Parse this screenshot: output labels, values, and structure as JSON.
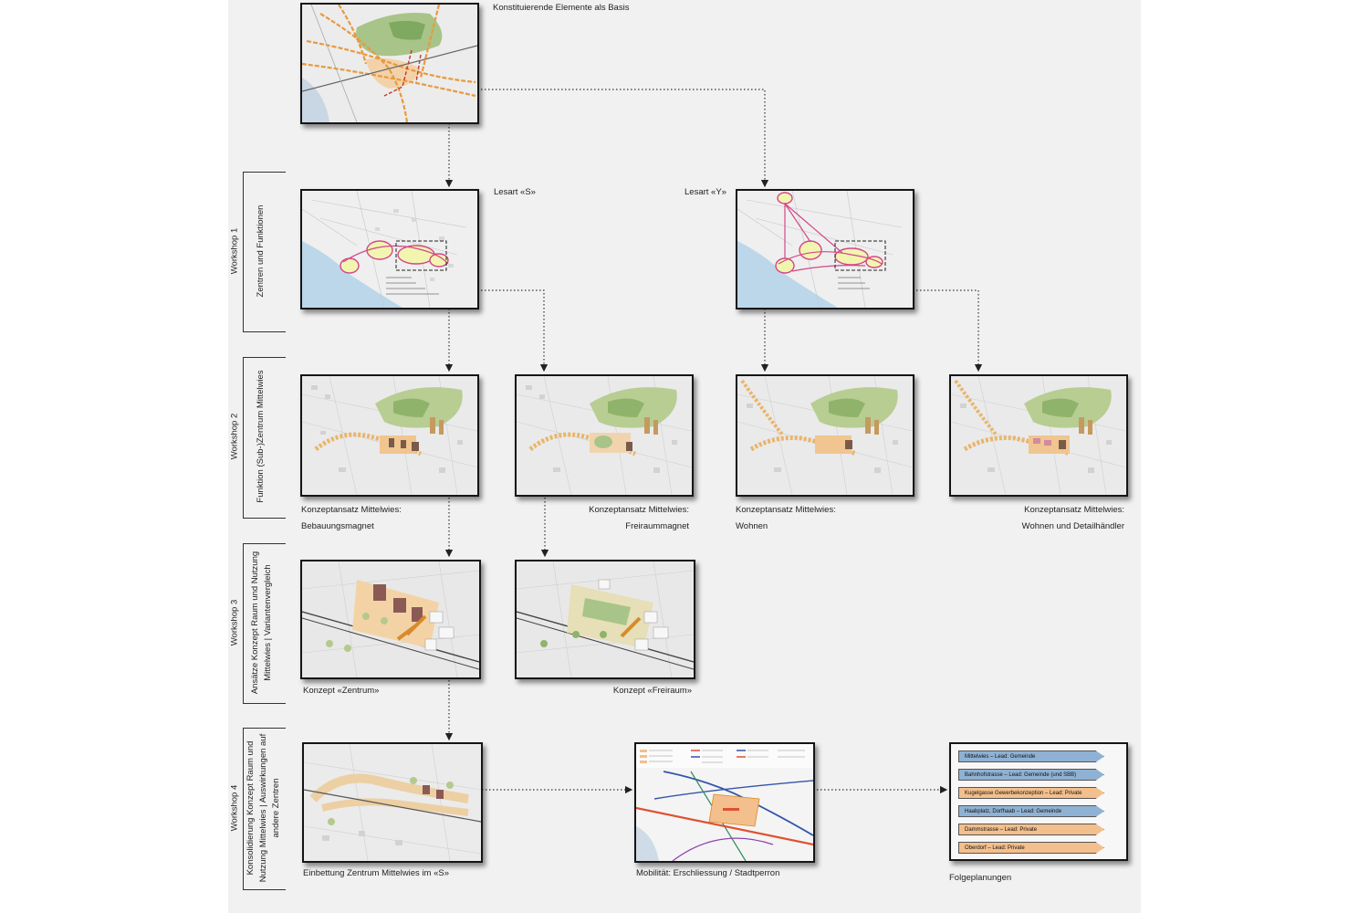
{
  "top": {
    "caption": "Konstituierende Elemente als Basis"
  },
  "workshops": [
    {
      "name": "Workshop 1",
      "desc": [
        "Zentren und Funktionen"
      ]
    },
    {
      "name": "Workshop 2",
      "desc": [
        "Funktion (Sub-)Zentrum Mittelwies"
      ]
    },
    {
      "name": "Workshop 3",
      "desc": [
        "Ansätze Konzept Raum und Nutzung",
        "Mittelwies | Variantenvergleich"
      ]
    },
    {
      "name": "Workshop 4",
      "desc": [
        "Konsolidierung Konzept Raum und",
        "Nutzung Mittelwies | Auswirkungen auf",
        "andere Zentren"
      ]
    }
  ],
  "w1": {
    "lesart_s": "Lesart «S»",
    "lesart_y": "Lesart «Y»"
  },
  "w2": [
    {
      "line1": "Konzeptansatz Mittelwies:",
      "line2": "Bebauungsmagnet"
    },
    {
      "line1": "Konzeptansatz Mittelwies:",
      "line2": "Freiraummagnet"
    },
    {
      "line1": "Konzeptansatz Mittelwies:",
      "line2": "Wohnen"
    },
    {
      "line1": "Konzeptansatz Mittelwies:",
      "line2": "Wohnen und Detailhändler"
    }
  ],
  "w3": {
    "zentrum": "Konzept «Zentrum»",
    "freiraum": "Konzept «Freiraum»"
  },
  "w4": {
    "einbettung": "Einbettung Zentrum Mittelwies im «S»",
    "mobilitaet": "Mobilität: Erschliessung / Stadtperron",
    "folge": "Folgeplanungen"
  },
  "folgeplanungen": [
    {
      "text": "Mittelwies – Lead: Gemeinde",
      "color": "#8fb2d4"
    },
    {
      "text": "Bahnhofstrasse – Lead: Gemeinde (und SBB)",
      "color": "#8fb2d4"
    },
    {
      "text": "Kugelgasse Gewerbekonzeption – Lead: Private",
      "color": "#f3bf8c"
    },
    {
      "text": "Haabplatz, Dorfhaab – Lead: Gemeinde",
      "color": "#8fb2d4"
    },
    {
      "text": "Dammstrasse – Lead: Private",
      "color": "#f3bf8c"
    },
    {
      "text": "Oberdorf – Lead: Private",
      "color": "#f3bf8c"
    }
  ]
}
